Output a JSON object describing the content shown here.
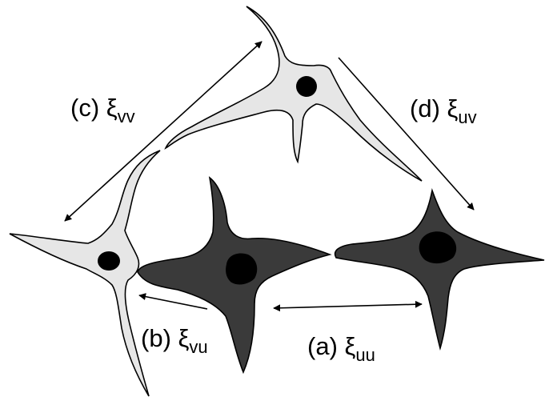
{
  "colors": {
    "light_cell_fill": "#e6e6e6",
    "dark_cell_fill": "#3a3a3a",
    "outline": "#000000",
    "nucleus": "#000000",
    "arrow": "#000000"
  },
  "labels": {
    "a": {
      "prefix": "(a) ",
      "symbol": "ξ",
      "subscript": "uu"
    },
    "b": {
      "prefix": "(b) ",
      "symbol": "ξ",
      "subscript": "vu"
    },
    "c": {
      "prefix": "(c) ",
      "symbol": "ξ",
      "subscript": "vv"
    },
    "d": {
      "prefix": "(d) ",
      "symbol": "ξ",
      "subscript": "uv"
    }
  }
}
